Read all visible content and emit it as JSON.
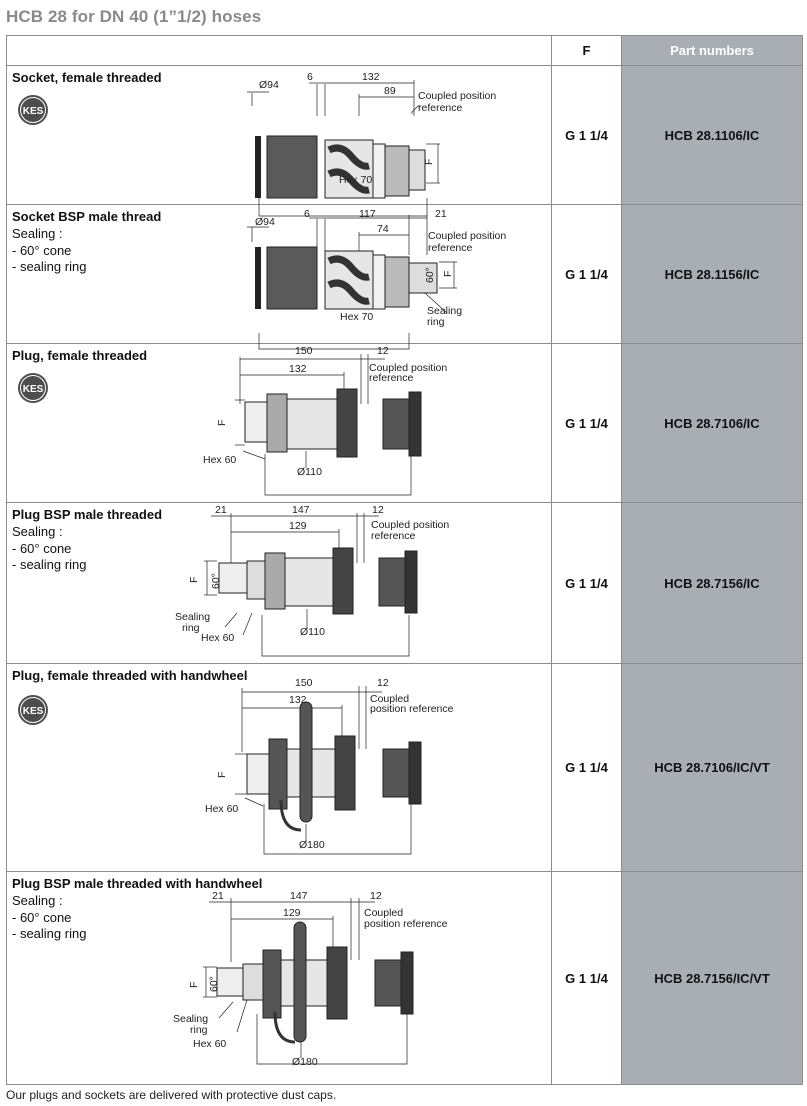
{
  "page_title": "HCB 28 for DN 40 (1”1/2) hoses",
  "table": {
    "header_f": "F",
    "header_part_numbers": "Part numbers",
    "rows": [
      {
        "title": "Socket, female threaded",
        "notes": [],
        "logo": "KES",
        "f": "G 1 1/4",
        "part_number": "HCB 28.1106/IC",
        "drawing": {
          "dia": "Ø94",
          "d1": "6",
          "d2": "132",
          "d3": "89",
          "coupled": "Coupled position",
          "reference": "reference",
          "hex": "Hex 70",
          "f_label": "F"
        }
      },
      {
        "title": "Socket BSP male thread",
        "notes": [
          "Sealing :",
          "- 60° cone",
          "- sealing ring"
        ],
        "logo": "",
        "f": "G 1 1/4",
        "part_number": "HCB 28.1156/IC",
        "drawing": {
          "dia": "Ø94",
          "d1": "6",
          "d2": "117",
          "d3": "74",
          "d4": "21",
          "coupled": "Coupled position",
          "reference": "reference",
          "hex": "Hex 70",
          "cone": "60°",
          "sealing": "Sealing",
          "ring": "ring",
          "f_label": "F"
        }
      },
      {
        "title": "Plug, female threaded",
        "notes": [],
        "logo": "KES",
        "f": "G 1 1/4",
        "part_number": "HCB 28.7106/IC",
        "drawing": {
          "d1": "150",
          "d2": "132",
          "d3": "12",
          "coupled": "Coupled position",
          "reference": "reference",
          "hex": "Hex 60",
          "dia": "Ø110",
          "f_label": "F"
        }
      },
      {
        "title": "Plug BSP male threaded",
        "notes": [
          "Sealing :",
          "- 60° cone",
          "- sealing ring"
        ],
        "logo": "",
        "f": "G 1 1/4",
        "part_number": "HCB 28.7156/IC",
        "drawing": {
          "d0": "21",
          "d1": "147",
          "d2": "129",
          "d3": "12",
          "coupled": "Coupled position",
          "reference": "reference",
          "hex": "Hex 60",
          "dia": "Ø110",
          "cone": "60°",
          "sealing": "Sealing",
          "ring": "ring",
          "f_label": "F"
        }
      },
      {
        "title": "Plug, female threaded with handwheel",
        "notes": [],
        "logo": "KES",
        "f": "G 1 1/4",
        "part_number": "HCB 28.7106/IC/VT",
        "drawing": {
          "d1": "150",
          "d2": "132",
          "d3": "12",
          "coupled": "Coupled",
          "reference": "position reference",
          "hex": "Hex 60",
          "dia": "Ø180",
          "f_label": "F"
        }
      },
      {
        "title": "Plug BSP male threaded with handwheel",
        "notes": [
          "Sealing :",
          "- 60° cone",
          "- sealing ring"
        ],
        "logo": "",
        "f": "G 1 1/4",
        "part_number": "HCB 28.7156/IC/VT",
        "drawing": {
          "d0": "21",
          "d1": "147",
          "d2": "129",
          "d3": "12",
          "coupled": "Coupled",
          "reference": "position reference",
          "hex": "Hex 60",
          "dia": "Ø180",
          "cone": "60°",
          "sealing": "Sealing",
          "ring": "ring",
          "f_label": "F"
        }
      }
    ]
  },
  "footer_note": "Our plugs and sockets are delivered with protective dust caps."
}
